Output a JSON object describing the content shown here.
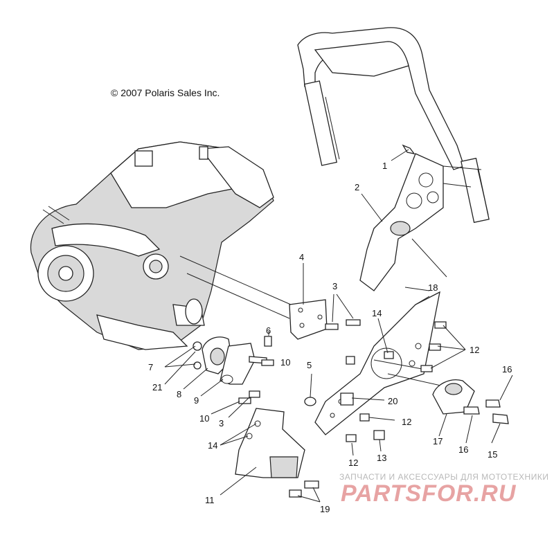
{
  "copyright": "© 2007 Polaris Sales Inc.",
  "callouts": [
    "1",
    "2",
    "3",
    "3",
    "4",
    "5",
    "6",
    "7",
    "8",
    "9",
    "10",
    "10",
    "11",
    "12",
    "12",
    "12",
    "12",
    "13",
    "14",
    "14",
    "15",
    "16",
    "16",
    "17",
    "18",
    "19",
    "20",
    "21"
  ],
  "watermark": {
    "tagline": "ЗАПЧАСТИ И АКСЕССУАРЫ ДЛЯ МОТОТЕХНИКИ",
    "logo": "PARTSFOR.RU"
  },
  "colors": {
    "line": "#222222",
    "watermark_logo": "#e7a3a3",
    "watermark_text": "#b8b8b8"
  }
}
